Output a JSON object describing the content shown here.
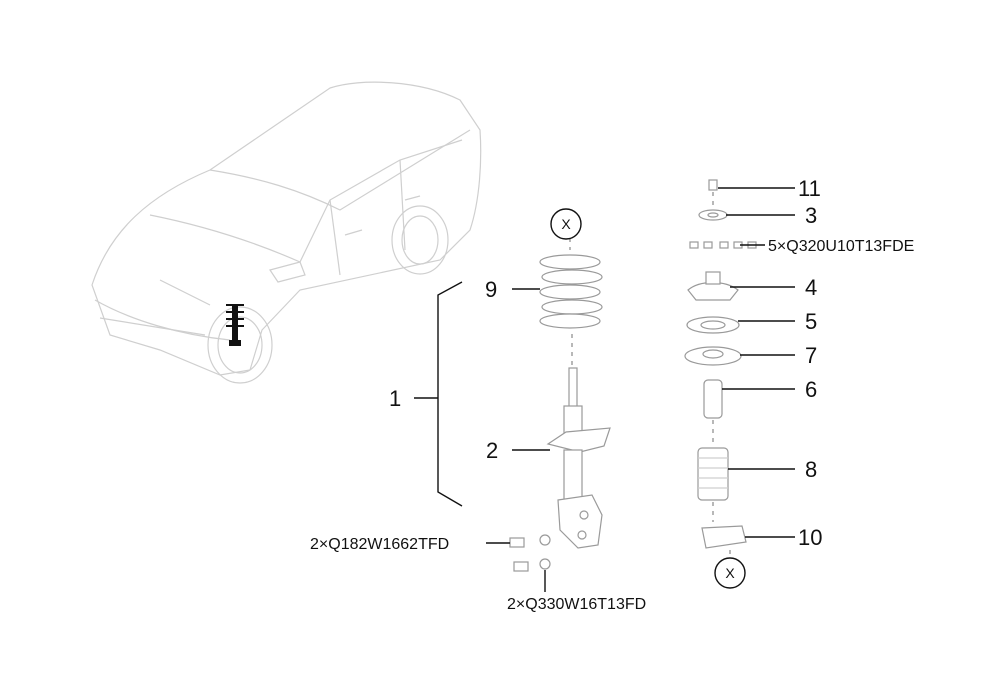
{
  "callouts": {
    "c1": "1",
    "c2": "2",
    "c3": "3",
    "c4": "4",
    "c5": "5",
    "c6": "6",
    "c7": "7",
    "c8": "8",
    "c9": "9",
    "c10": "10",
    "c11": "11"
  },
  "part_numbers": {
    "nuts_top": "5×Q320U10T13FDE",
    "bolts": "2×Q182W1662TFD",
    "nuts_bottom": "2×Q330W16T13FD"
  },
  "reference_marks": {
    "top": "X",
    "bottom": "X"
  }
}
